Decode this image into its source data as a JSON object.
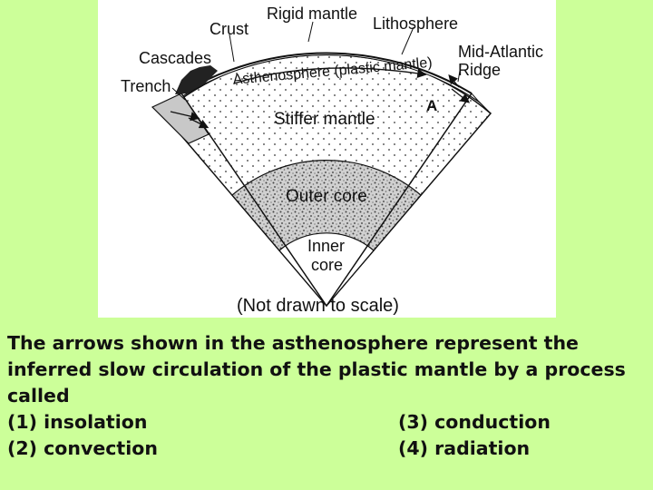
{
  "diagram": {
    "labels": {
      "rigid_mantle": "Rigid mantle",
      "crust": "Crust",
      "lithosphere": "Lithosphere",
      "cascades": "Cascades",
      "mid_atlantic_line1": "Mid-Atlantic",
      "mid_atlantic_line2": "Ridge",
      "trench": "Trench",
      "asthenosphere": "Asthenosphere (plastic mantle)",
      "point_a": "A",
      "stiffer_mantle": "Stiffer mantle",
      "outer_core": "Outer core",
      "inner_core_line1": "Inner",
      "inner_core_line2": "core",
      "scale_note": "(Not drawn to scale)"
    }
  },
  "question": {
    "stem": "The arrows shown in the asthenosphere represent the\ninferred slow circulation of the plastic mantle by a process\ncalled",
    "options": [
      {
        "num": "(1)",
        "text": "insolation"
      },
      {
        "num": "(2)",
        "text": "convection"
      },
      {
        "num": "(3)",
        "text": "conduction"
      },
      {
        "num": "(4)",
        "text": "radiation"
      }
    ]
  },
  "colors": {
    "page_background": "#ccff99",
    "figure_background": "#ffffff",
    "asthenosphere_fill": "#b8b8b8"
  }
}
